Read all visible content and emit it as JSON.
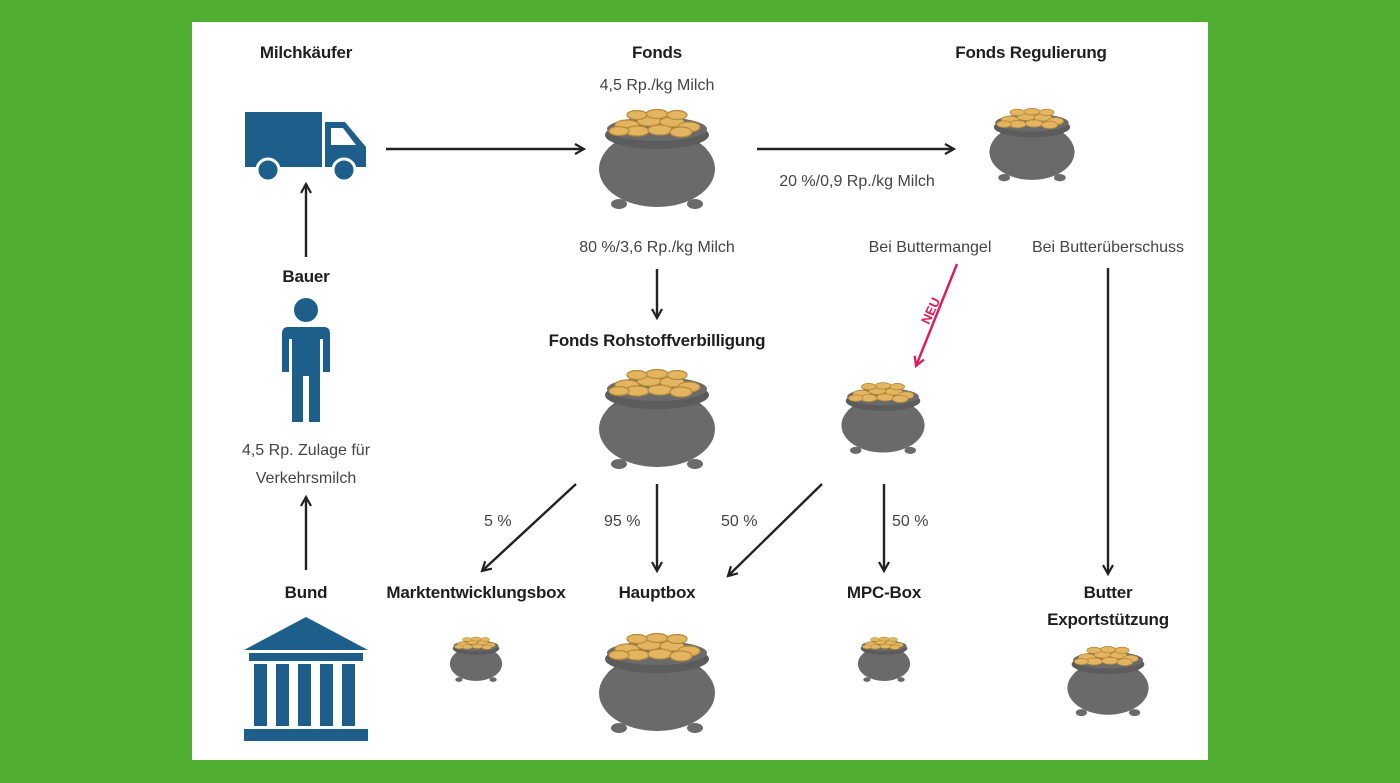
{
  "colors": {
    "background": "#4fae32",
    "panel": "#ffffff",
    "icon_blue": "#1d5f8a",
    "pot_gray": "#666666",
    "coin_gold": "#e4b560",
    "arrow": "#222222",
    "new_arrow": "#e0195a"
  },
  "actors": {
    "milk_buyer": "Milchkäufer",
    "farmer": "Bauer",
    "state": "Bund",
    "subsidy": "4,5 Rp. Zulage für Verkehrsmilch"
  },
  "funds": {
    "fund": "Fonds",
    "fund_amount": "4,5 Rp./kg Milch",
    "regulation": "Fonds Regulierung",
    "regulation_share": "20 %/0,9 Rp./kg Milch",
    "raw_material": "Fonds Rohstoffverbilligung",
    "raw_material_share": "80 %/3,6 Rp./kg Milch"
  },
  "conditions": {
    "butter_shortage": "Bei Buttermangel",
    "butter_surplus": "Bei Butterüberschuss",
    "new_label": "NEU"
  },
  "boxes": {
    "market_dev": "Marktentwicklungsbox",
    "main": "Hauptbox",
    "mpc": "MPC-Box",
    "butter_export_1": "Butter",
    "butter_export_2": "Exportstützung"
  },
  "shares": {
    "to_market_dev": "5 %",
    "to_main": "95 %",
    "mpc_to_main": "50 %",
    "mpc_to_mpc": "50 %"
  },
  "icons": [
    "truck-icon",
    "farmer-icon",
    "government-building-icon",
    "money-pot-icon"
  ]
}
